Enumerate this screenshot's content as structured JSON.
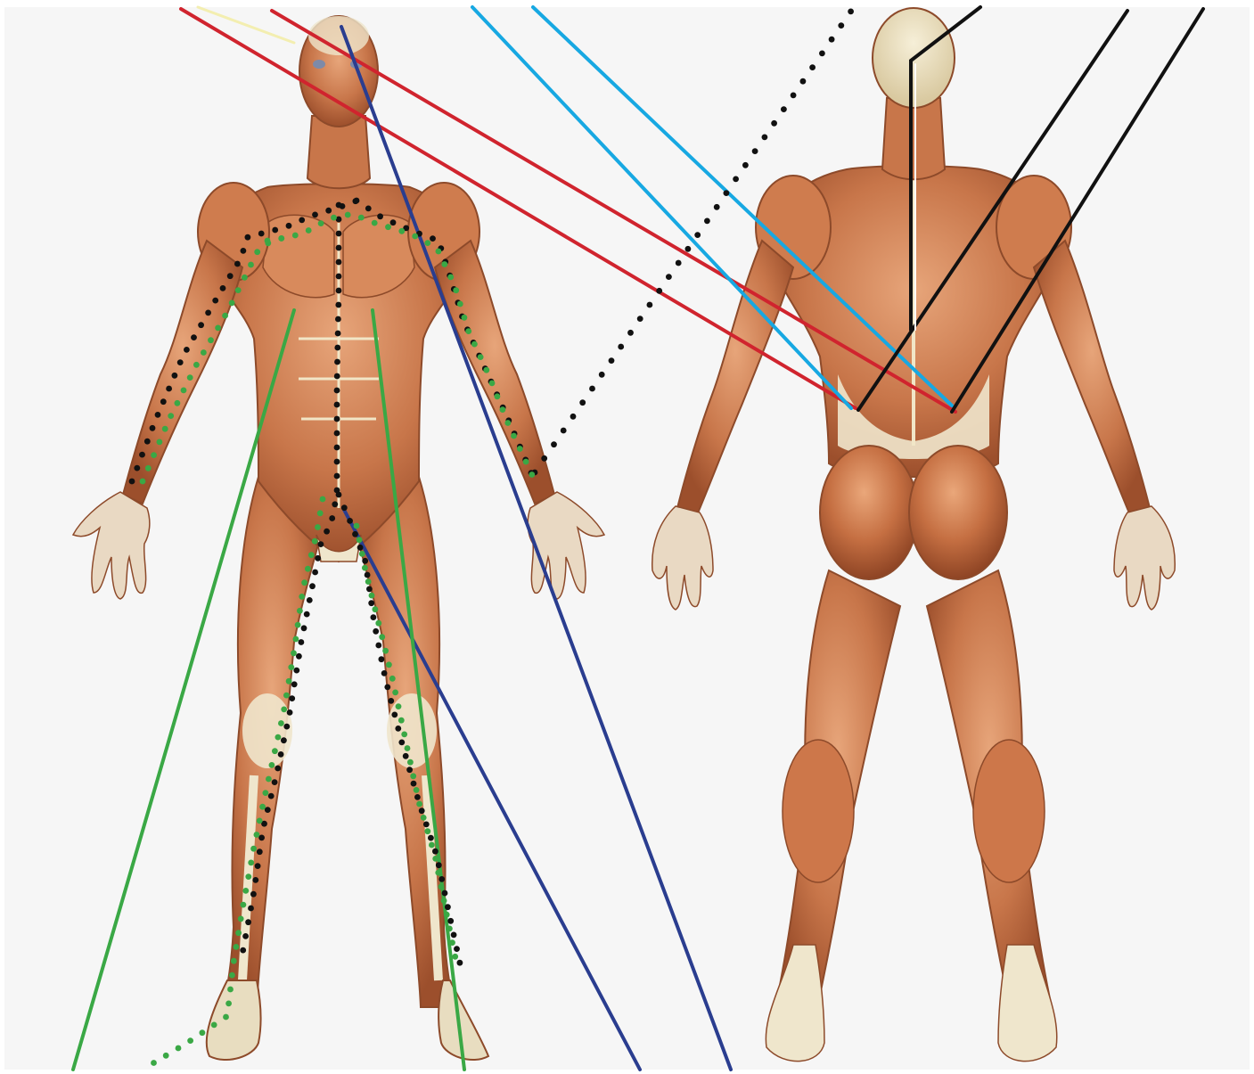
{
  "figures": [
    {
      "view": "anterior",
      "name": "front-figure"
    },
    {
      "view": "posterior",
      "name": "back-figure"
    }
  ],
  "colors": {
    "background": "#f6f6f6",
    "muscle": "#c8764a",
    "muscle_dark": "#9c4f2c",
    "muscle_light": "#e2a277",
    "tendon": "#efe6cc",
    "skin_outline": "#8d4a2a",
    "red_line": "#d0242e",
    "cyan_line": "#17a8e2",
    "navy_line": "#2a3d8f",
    "green_line": "#3aa845",
    "black_line": "#111111",
    "pale_yellow_line": "#f3eeb0"
  }
}
